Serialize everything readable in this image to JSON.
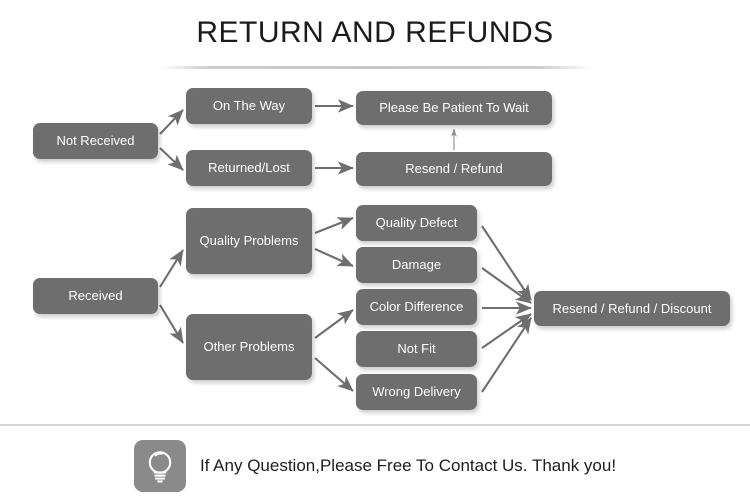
{
  "page": {
    "title": "RETURN AND REFUNDS",
    "box_color": "#6e6e6e",
    "box_text_color": "#ffffff",
    "arrow_color": "#6e6e6e",
    "divider_color": "#d6d6d6",
    "background": "#ffffff"
  },
  "flow": {
    "nodes": {
      "not_received": "Not Received",
      "received": "Received",
      "on_the_way": "On The Way",
      "returned_lost": "Returned/Lost",
      "quality_problems": "Quality Problems",
      "other_problems": "Other Problems",
      "please_wait": "Please Be Patient To Wait",
      "resend_refund": "Resend / Refund",
      "quality_defect": "Quality Defect",
      "damage": "Damage",
      "color_difference": "Color Difference",
      "not_fit": "Not Fit",
      "wrong_delivery": "Wrong Delivery",
      "resend_refund_discount": "Resend / Refund / Discount"
    },
    "edges": [
      {
        "from": "not_received",
        "to": "on_the_way"
      },
      {
        "from": "not_received",
        "to": "returned_lost"
      },
      {
        "from": "on_the_way",
        "to": "please_wait"
      },
      {
        "from": "returned_lost",
        "to": "resend_refund"
      },
      {
        "from": "resend_refund",
        "to": "please_wait"
      },
      {
        "from": "received",
        "to": "quality_problems"
      },
      {
        "from": "received",
        "to": "other_problems"
      },
      {
        "from": "quality_problems",
        "to": "quality_defect"
      },
      {
        "from": "quality_problems",
        "to": "damage"
      },
      {
        "from": "other_problems",
        "to": "color_difference"
      },
      {
        "from": "other_problems",
        "to": "wrong_delivery"
      },
      {
        "from": "quality_defect",
        "to": "resend_refund_discount"
      },
      {
        "from": "damage",
        "to": "resend_refund_discount"
      },
      {
        "from": "color_difference",
        "to": "resend_refund_discount"
      },
      {
        "from": "not_fit",
        "to": "resend_refund_discount"
      },
      {
        "from": "wrong_delivery",
        "to": "resend_refund_discount"
      }
    ]
  },
  "footer": {
    "icon": "lightbulb-icon",
    "text": "If Any Question,Please Free To Contact Us. Thank you!"
  }
}
